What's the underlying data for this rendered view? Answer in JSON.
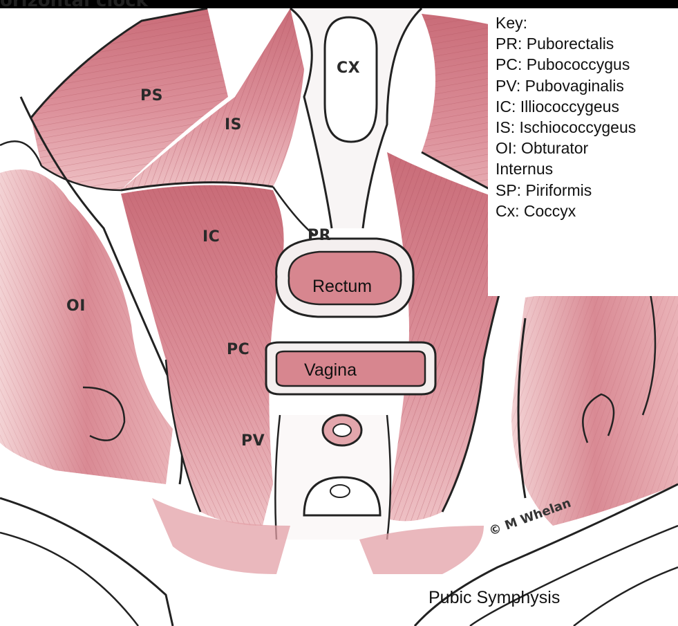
{
  "header": {
    "clipped_title": "orizontal clock"
  },
  "labels": {
    "ps": "PS",
    "is": "IS",
    "cx": "CX",
    "ic": "IC",
    "pr": "PR",
    "oi": "OI",
    "pc": "PC",
    "pv": "PV",
    "rectum": "Rectum",
    "vagina": "Vagina",
    "pubic_symphysis": "Pubic Symphysis"
  },
  "key": {
    "title": "Key:",
    "entries": [
      "PR: Puborectalis",
      "PC: Pubococcygus",
      "PV: Pubovaginalis",
      "IC: Illiococcygeus",
      "IS: Ischiococcygeus",
      "OI: Obturator",
      "Internus",
      "SP: Piriformis",
      "Cx: Coccyx"
    ]
  },
  "credit": "© M Whelan",
  "colors": {
    "muscle": "#d98a94",
    "muscle_light": "#eec3c6",
    "muscle_dark": "#b4545f",
    "outline": "#222222",
    "background": "#ffffff"
  }
}
